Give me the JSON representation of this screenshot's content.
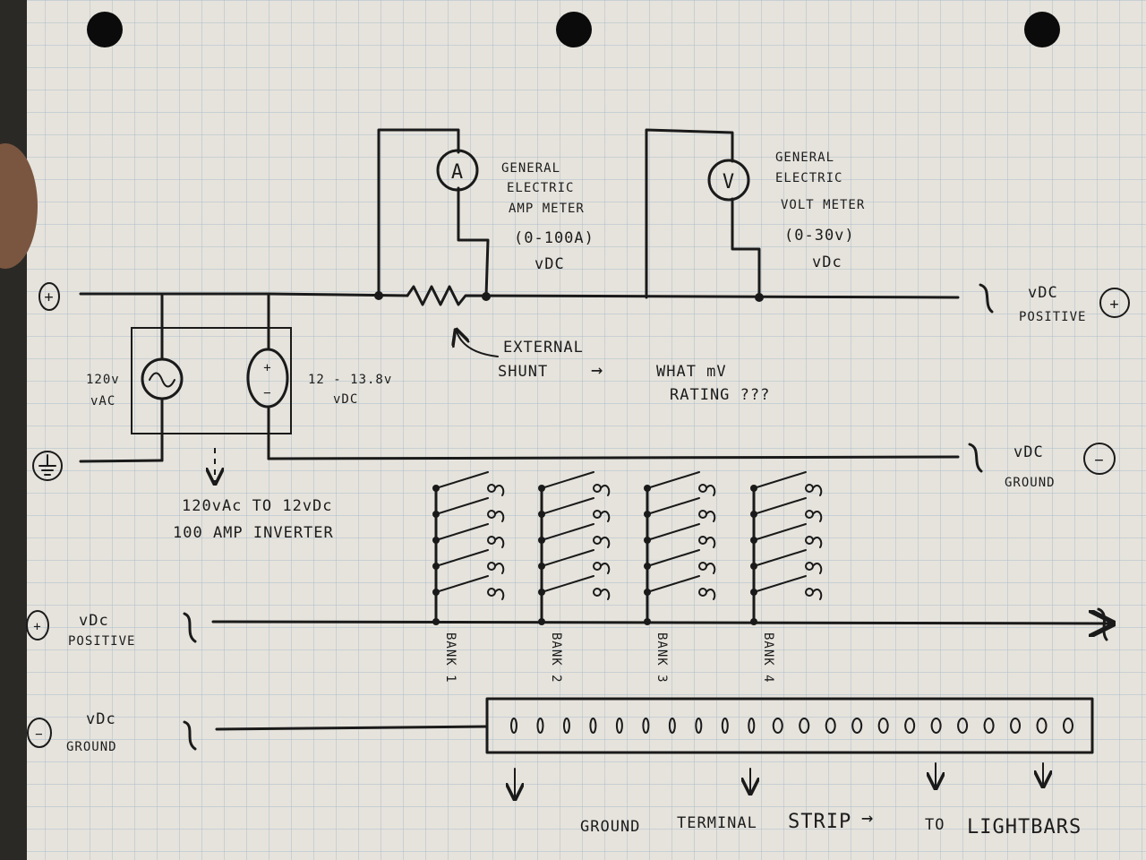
{
  "meters": {
    "amp": {
      "symbol": "A",
      "lines": [
        "GENERAL",
        "ELECTRIC",
        "AMP METER",
        "(0-100A)",
        "vDC"
      ]
    },
    "volt": {
      "symbol": "V",
      "lines": [
        "GENERAL",
        "ELECTRIC",
        "VOLT METER",
        "(0-30v)",
        "vDc"
      ]
    }
  },
  "top_rail": {
    "left_symbol": "+",
    "right_symbol": "+",
    "right_label_1": "vDC",
    "right_label_2": "POSITIVE"
  },
  "ground_rail": {
    "left_symbol": "ground",
    "right_symbol": "−",
    "right_label_1": "vDC",
    "right_label_2": "GROUND"
  },
  "ac_source": {
    "label_1": "120v",
    "label_2": "vAC"
  },
  "dc_source": {
    "plus": "+",
    "minus": "−",
    "label_1": "12 - 13.8v",
    "label_2": "vDC"
  },
  "inverter_note": {
    "line_1": "120vAc TO 12vDc",
    "line_2": "100 AMP INVERTER"
  },
  "shunt_note": {
    "line_1": "EXTERNAL",
    "line_2": "SHUNT",
    "arrow": "→",
    "question_1": "WHAT mV",
    "question_2": "RATING ???"
  },
  "lower_positive": {
    "symbol": "+",
    "label_1": "vDc",
    "label_2": "POSITIVE"
  },
  "lower_ground": {
    "symbol": "−",
    "label_1": "vDc",
    "label_2": "GROUND"
  },
  "banks": [
    {
      "label": "BANK 1"
    },
    {
      "label": "BANK 2"
    },
    {
      "label": "BANK 3"
    },
    {
      "label": "BANK 4"
    }
  ],
  "switches_per_bank": 5,
  "terminal_count": 22,
  "terminal_strip_note": {
    "part_1": "GROUND",
    "part_2": "TERMINAL",
    "part_3": "STRIP",
    "arrow": "→",
    "part_4": "TO",
    "part_5": "LIGHTBARS"
  }
}
